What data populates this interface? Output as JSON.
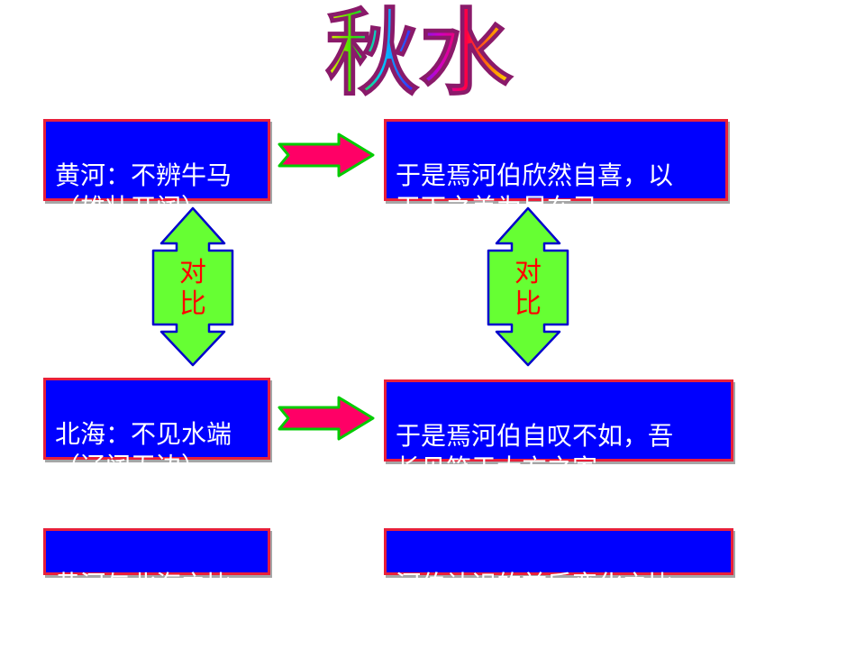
{
  "title": "秋水",
  "left_boxes": [
    {
      "text": "黄河：不辨牛马\n（雄壮开阔）"
    },
    {
      "text": "北海：不见水端\n（辽阔无边）"
    },
    {
      "text": "黄河与北海之比"
    }
  ],
  "right_boxes": [
    {
      "text": "于是焉河伯欣然自喜，以\n天下之美为尽在己"
    },
    {
      "text": "于是焉河伯自叹不如，吾\n长见笑于大方之家"
    },
    {
      "text": "河伯认识的前后变化之比"
    }
  ],
  "contrast_arrows": [
    {
      "line1": "对",
      "line2": "比"
    },
    {
      "line1": "对",
      "line2": "比"
    }
  ],
  "colors": {
    "box_fill": "#0000ff",
    "box_border": "#e8203a",
    "right_arrow_fill": "#ff0066",
    "right_arrow_border": "#00cc00",
    "contrast_arrow_fill": "#66ff33",
    "contrast_arrow_border": "#0000cc",
    "contrast_text": "#ff0000"
  }
}
